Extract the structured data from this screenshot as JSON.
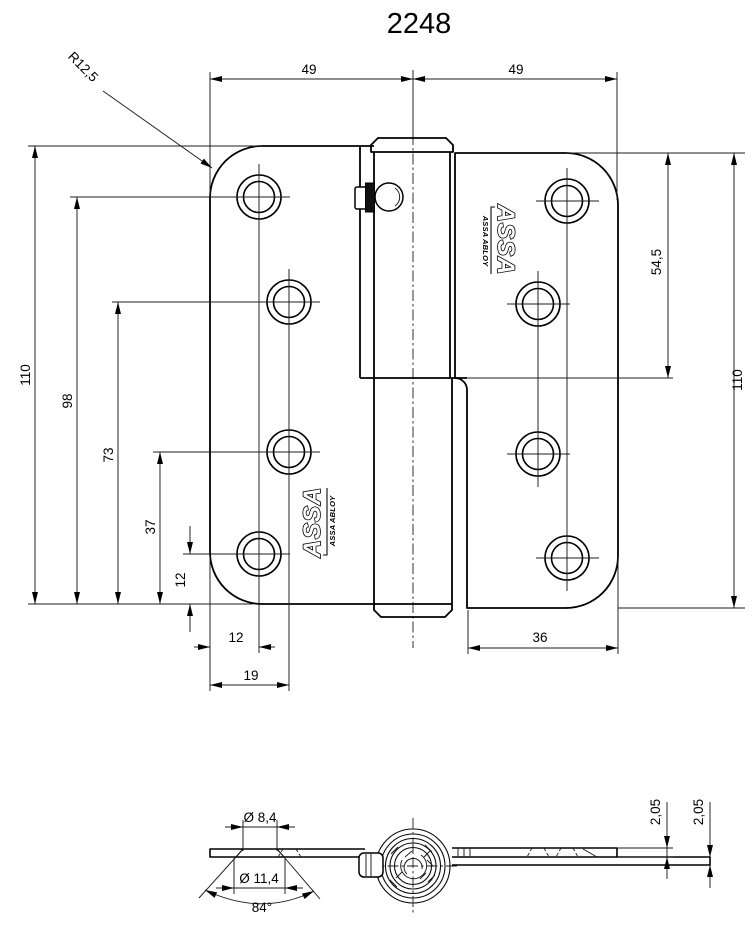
{
  "title": "2248",
  "brand": {
    "name": "ASSA",
    "group": "ASSA ABLOY"
  },
  "front_view": {
    "dims": {
      "corner_radius": "R12,5",
      "leaf_width_left": "49",
      "leaf_width_right": "49",
      "left_height_total": "110",
      "hole1_from_bottom": "98",
      "hole2_from_bottom": "73",
      "hole3_from_bottom": "37",
      "hole4_from_bottom": "12",
      "hole_col1_from_edge": "12",
      "hole_col2_from_edge": "19",
      "right_leaf_width": "36",
      "knuckle_to_top": "54,5",
      "right_height_total": "110"
    }
  },
  "bottom_view": {
    "dims": {
      "hole_diameter": "Ø 8,4",
      "countersink_diameter": "Ø 11,4",
      "countersink_angle": "84°",
      "leaf1_thickness": "2,05",
      "leaf2_thickness": "2,05"
    }
  }
}
